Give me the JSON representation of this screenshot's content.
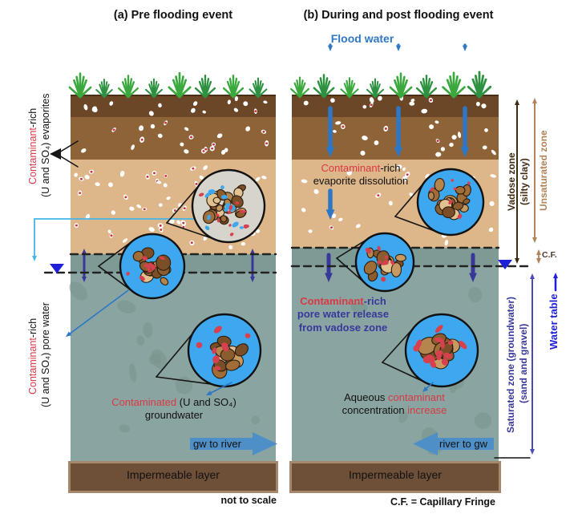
{
  "panelA": {
    "title": "(a) Pre flooding event",
    "evaporitesLabel": {
      "red": "Contaminant",
      "black": "-rich",
      "line2": "(U and SO₄) evaporites"
    },
    "poreWaterLabel": {
      "red": "Contaminant",
      "black": "-rich",
      "line2": "(U and SO₄) pore water"
    },
    "groundwaterCaption": {
      "red": "Contaminated",
      "black": " (U and SO₄)",
      "line2": "groundwater"
    },
    "flowLabel": "gw to river",
    "impermeableLabel": "Impermeable layer",
    "scaleNote": "not to scale"
  },
  "panelB": {
    "title": "(b) During and post flooding event",
    "floodLabel": "Flood water",
    "dissolutionCaption": {
      "red": "Contaminant",
      "black": "-rich",
      "line2": "evaporite dissolution"
    },
    "releaseCaption": {
      "red": "Contaminant",
      "navy": "-rich",
      "line2": "pore water release",
      "line3": "from vadose zone"
    },
    "aqueousCaption": {
      "black1": "Aqueous ",
      "red1": "contaminant",
      "black2": "concentration ",
      "red2": "increase"
    },
    "flowLabel": "river to gw",
    "impermeableLabel": "Impermeable layer",
    "cfNote": "C.F. = Capillary Fringe"
  },
  "rightAxis": {
    "vadoseZone": "Vadose zone",
    "vadoseZoneSub": "(silty clay)",
    "unsaturatedZone": "Unsaturated zone",
    "cf": "C.F.",
    "saturatedZone": "Saturated zone (groundwater)",
    "saturatedZoneSub": "(sand and gravel)",
    "waterTable": "Water table"
  },
  "colors": {
    "contaminantRed": "#d93845",
    "navy": "#38389b",
    "floodBlue": "#2e77c5",
    "waterTableBlue": "#1f1fd8",
    "cyan": "#45b6e8",
    "vadoseLabelBrown": "#3f2a12",
    "unsaturatedBrown": "#b08458",
    "saturatedArrowBlue": "#4a4ab8",
    "flowArrowBlue": "#4e8fc8",
    "topsoilBrown": "#6b4728",
    "subsoilBrown": "#8e6338",
    "vadoseTan": "#ddb689",
    "capillaryFringeTeal": "#7d9a95",
    "saturatedTeal": "#8aa5a1",
    "impermeableBrown": "#6e4f38"
  }
}
